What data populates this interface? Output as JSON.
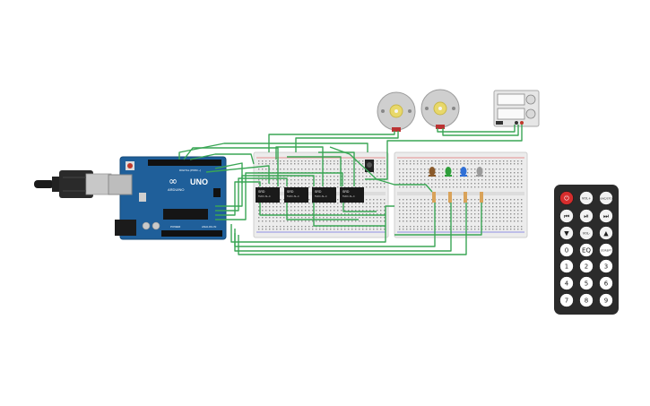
{
  "arduino": {
    "logo_text": "∞",
    "brand": "ARDUINO",
    "model": "UNO",
    "header_digital": "DIGITAL (PWM ~)",
    "header_power": "POWER",
    "header_analog": "ANALOG IN"
  },
  "relays": {
    "label_line1": "SRD",
    "label_line2": "5VDC-SL-C"
  },
  "remote": {
    "buttons": [
      {
        "label": "⏻",
        "type": "power"
      },
      {
        "label": "VOL+",
        "type": "func"
      },
      {
        "label": "FUNC/STOP",
        "type": "func"
      },
      {
        "label": "⏮",
        "type": "func"
      },
      {
        "label": "⏯",
        "type": "func"
      },
      {
        "label": "⏭",
        "type": "func"
      },
      {
        "label": "▼",
        "type": "func"
      },
      {
        "label": "VOL-",
        "type": "func"
      },
      {
        "label": "▲",
        "type": "func"
      },
      {
        "label": "0",
        "type": "num"
      },
      {
        "label": "EQ",
        "type": "num"
      },
      {
        "label": "ST/REPT",
        "type": "num"
      },
      {
        "label": "1",
        "type": "num"
      },
      {
        "label": "2",
        "type": "num"
      },
      {
        "label": "3",
        "type": "num"
      },
      {
        "label": "4",
        "type": "num"
      },
      {
        "label": "5",
        "type": "num"
      },
      {
        "label": "6",
        "type": "num"
      },
      {
        "label": "7",
        "type": "num"
      },
      {
        "label": "8",
        "type": "num"
      },
      {
        "label": "9",
        "type": "num"
      }
    ]
  },
  "leds": {
    "colors": [
      "#8a5a2b",
      "#2e9e3a",
      "#2f6fd6",
      "#9a9a9a"
    ]
  },
  "colors": {
    "wire": "#3aa655",
    "board": "#1f5f9a",
    "breadboard": "#ececec",
    "remote_body": "#2b2b2b",
    "power_button": "#d62d2d"
  }
}
